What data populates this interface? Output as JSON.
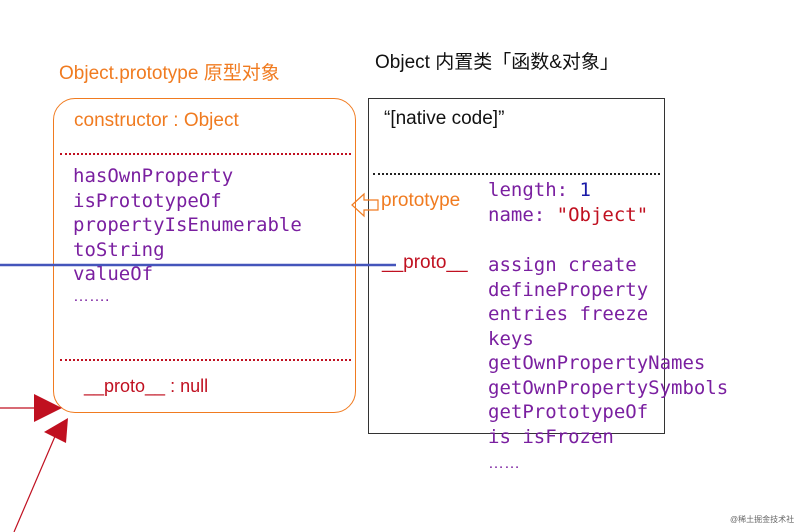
{
  "left": {
    "title": "Object.prototype 原型对象",
    "constructor_label": "constructor : Object",
    "methods": [
      "hasOwnProperty",
      "isPrototypeOf",
      "propertyIsEnumerable",
      "toString",
      "valueOf"
    ],
    "ellipsis": "…….",
    "proto_null": "__proto__ : null"
  },
  "right": {
    "title": "Object  内置类「函数&对象」",
    "native_code": "“[native code]”",
    "length_key": "length",
    "length_value": "1",
    "name_key": "name",
    "name_value": "\"Object\"",
    "methods": [
      "assign  create",
      "defineProperty",
      "entries freeze",
      "keys",
      "getOwnPropertyNames",
      "getOwnPropertySymbols",
      "getPrototypeOf",
      "is  isFrozen"
    ],
    "ellipsis": "……"
  },
  "arrows": {
    "prototype_label": "prototype",
    "proto_label": "__proto__"
  },
  "colors": {
    "orange": "#f07b20",
    "red": "#c01020",
    "purple": "#7a1fa0",
    "blue_line": "#4455bb",
    "number_blue": "#1a1aa8"
  },
  "watermark": "@稀土掘金技术社区"
}
